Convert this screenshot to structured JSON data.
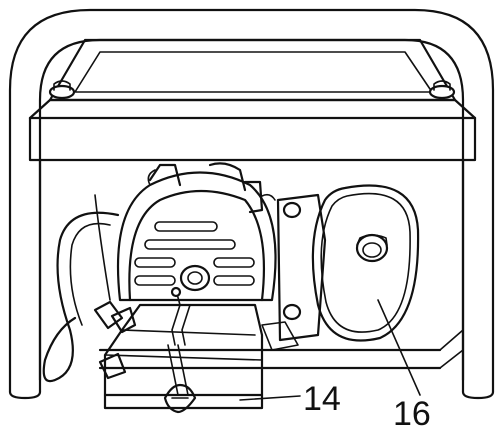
{
  "callouts": [
    {
      "id": "14",
      "label": "14"
    },
    {
      "id": "16",
      "label": "16"
    }
  ]
}
